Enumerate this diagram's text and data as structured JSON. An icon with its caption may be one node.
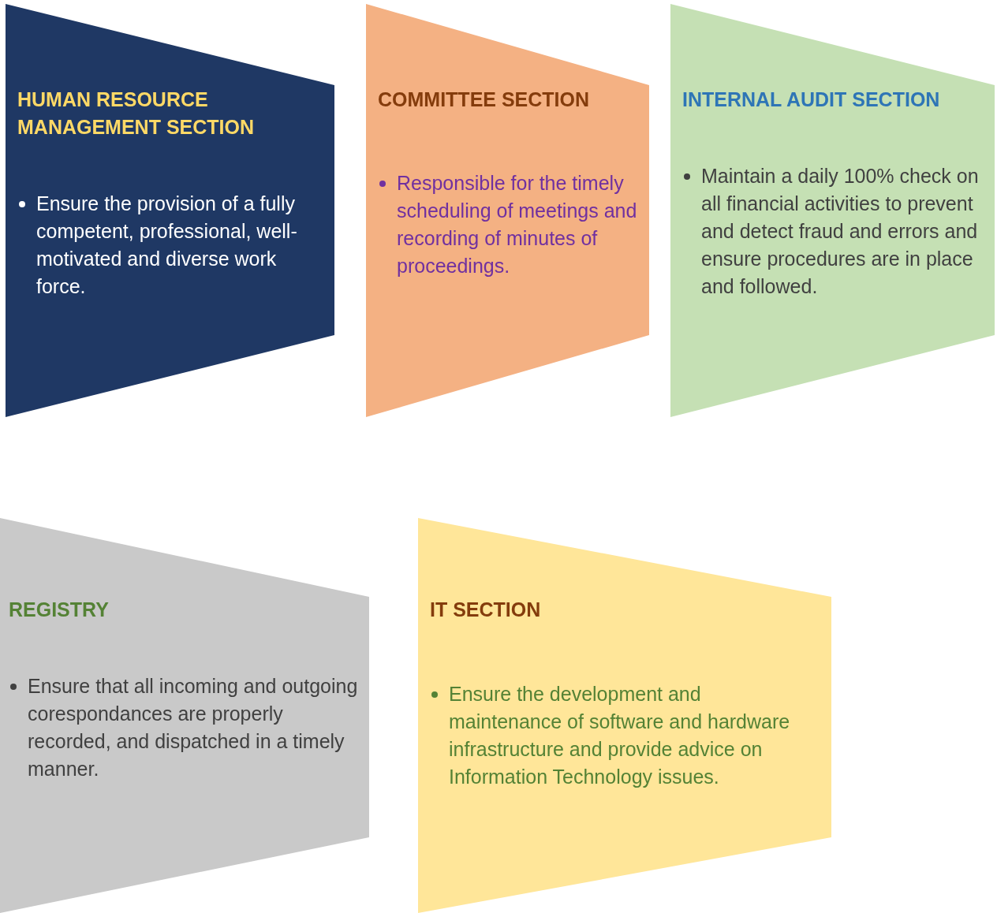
{
  "diagram": {
    "nodes": [
      {
        "text": [
          "HUMAN RESOURCE MANAGEMENT SECTION",
          "Ensure the provision of a fully competent, professional, well-motivated and diverse work force."
        ]
      },
      {
        "text": [
          "COMMITTEE SECTION",
          "Responsible for the timely scheduling of meetings and recording of minutes of proceedings."
        ]
      },
      {
        "text": [
          "INTERNAL AUDIT SECTION",
          "Maintain a daily 100% check on all financial activities  to prevent and detect fraud and errors and ensure procedures are in place and followed."
        ]
      },
      {
        "text": [
          "REGISTRY",
          "Ensure that all incoming and outgoing corespondances are properly recorded, and dispatched in a timely manner."
        ]
      },
      {
        "text": [
          "IT SECTION",
          "Ensure the development and maintenance of software and hardware infrastructure and provide advice on Information Technology issues."
        ]
      }
    ],
    "edges": []
  }
}
